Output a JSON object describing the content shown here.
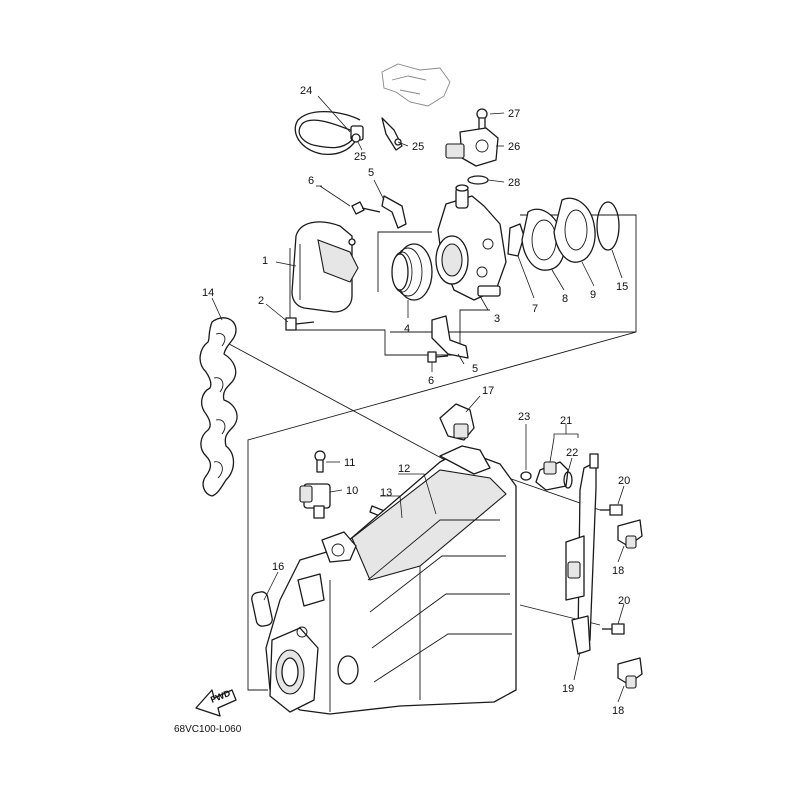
{
  "diagram": {
    "drawing_code": "68VC100-L060",
    "fwd_label": "FWD",
    "colors": {
      "line": "#1a1a1a",
      "background": "#ffffff",
      "shade": "#e6e6e6"
    },
    "callouts": {
      "c1": "1",
      "c2": "2",
      "c3": "3",
      "c4": "4",
      "c5a": "5",
      "c5b": "5",
      "c6a": "6",
      "c6b": "6",
      "c7": "7",
      "c8": "8",
      "c9": "9",
      "c10": "10",
      "c11": "11",
      "c12": "12",
      "c13": "13",
      "c14": "14",
      "c15": "15",
      "c16": "16",
      "c17": "17",
      "c18a": "18",
      "c18b": "18",
      "c19": "19",
      "c20a": "20",
      "c20b": "20",
      "c21": "21",
      "c22": "22",
      "c23": "23",
      "c24": "24",
      "c25a": "25",
      "c25b": "25",
      "c26": "26",
      "c27": "27",
      "c28": "28"
    }
  }
}
